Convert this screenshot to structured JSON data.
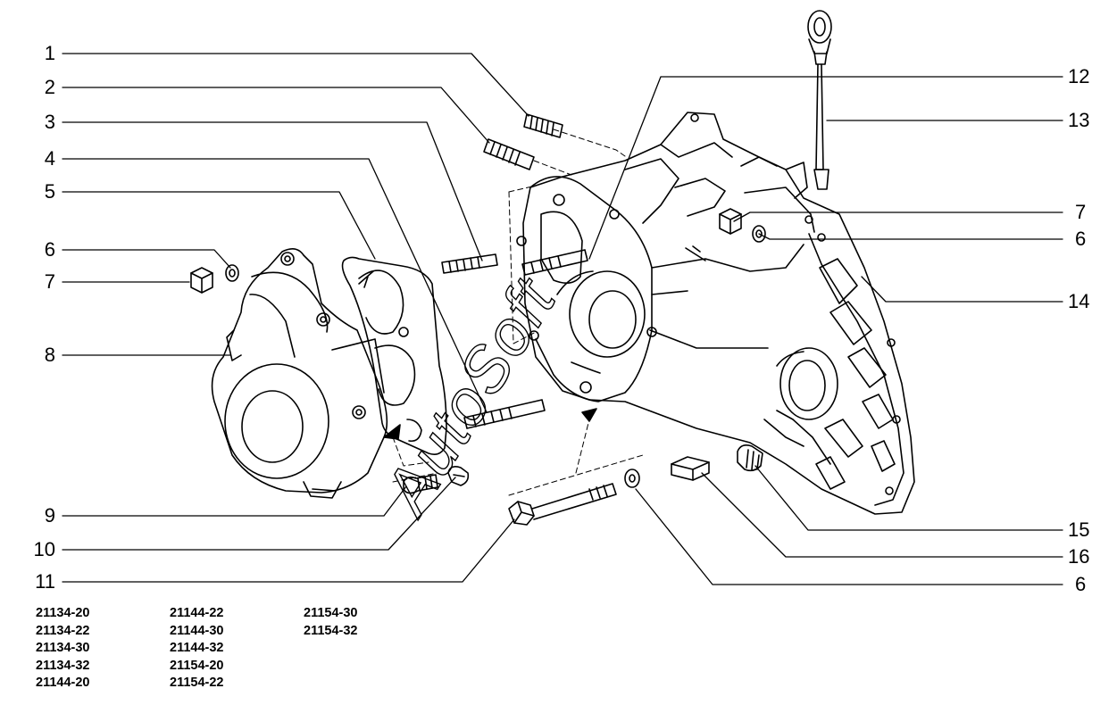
{
  "callouts_left": [
    {
      "id": "c1",
      "label": "1"
    },
    {
      "id": "c2",
      "label": "2"
    },
    {
      "id": "c3",
      "label": "3"
    },
    {
      "id": "c4",
      "label": "4"
    },
    {
      "id": "c5",
      "label": "5"
    },
    {
      "id": "c6",
      "label": "6"
    },
    {
      "id": "c7",
      "label": "7"
    },
    {
      "id": "c8",
      "label": "8"
    },
    {
      "id": "c9",
      "label": "9"
    },
    {
      "id": "c10",
      "label": "10"
    },
    {
      "id": "c11",
      "label": "11"
    }
  ],
  "callouts_right": [
    {
      "id": "r12",
      "label": "12"
    },
    {
      "id": "r13",
      "label": "13"
    },
    {
      "id": "r7",
      "label": "7"
    },
    {
      "id": "r6a",
      "label": "6"
    },
    {
      "id": "r14",
      "label": "14"
    },
    {
      "id": "r15",
      "label": "15"
    },
    {
      "id": "r16",
      "label": "16"
    },
    {
      "id": "r6b",
      "label": "6"
    }
  ],
  "models": [
    [
      "21134-20",
      "21134-22",
      "21134-30",
      "21134-32",
      "21144-20"
    ],
    [
      "21144-22",
      "21144-30",
      "21144-32",
      "21154-20",
      "21154-22"
    ],
    [
      "21154-30",
      "21154-32"
    ]
  ],
  "watermark": "AutoSoft"
}
